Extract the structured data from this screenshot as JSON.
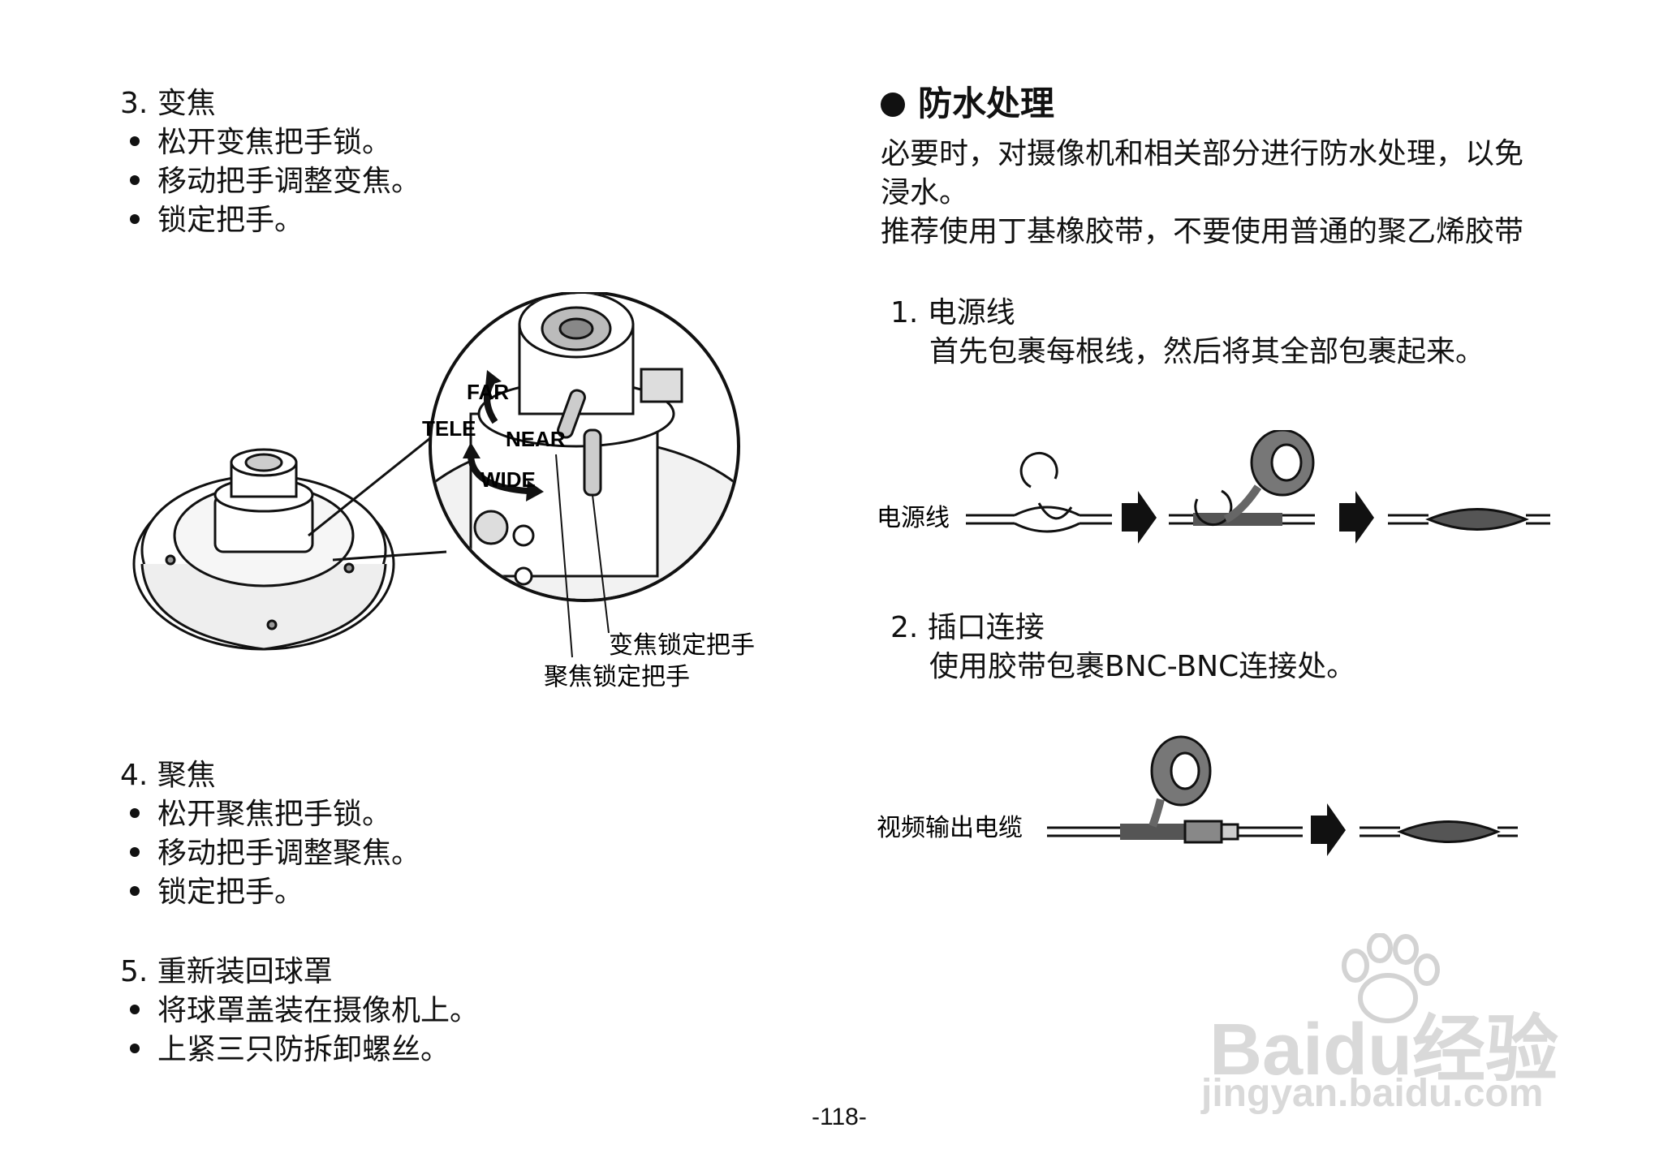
{
  "left": {
    "sec3": {
      "title": "3. 变焦",
      "bullets": [
        "松开变焦把手锁。",
        "移动把手调整变焦。",
        "锁定把手。"
      ]
    },
    "diagram": {
      "far": "FAR",
      "tele": "TELE",
      "near": "NEAR",
      "wide": "WIDE",
      "zoom_lock_label": "变焦锁定把手",
      "focus_lock_label": "聚焦锁定把手"
    },
    "sec4": {
      "title": "4. 聚焦",
      "bullets": [
        "松开聚焦把手锁。",
        "移动把手调整聚焦。",
        "锁定把手。"
      ]
    },
    "sec5": {
      "title": "5. 重新装回球罩",
      "bullets": [
        "将球罩盖装在摄像机上。",
        "上紧三只防拆卸螺丝。"
      ]
    }
  },
  "right": {
    "heading": "防水处理",
    "para_lines": [
      "必要时，对摄像机和相关部分进行防水处理，以免",
      "浸水。",
      "推荐使用丁基橡胶带，不要使用普通的聚乙烯胶带"
    ],
    "step1": {
      "title": "1. 电源线",
      "body": "首先包裹每根线，然后将其全部包裹起来。",
      "diagram_label": "电源线"
    },
    "step2": {
      "title": "2. 插口连接",
      "body": "使用胶带包裹BNC-BNC连接处。",
      "diagram_label": "视频输出电缆"
    }
  },
  "page_number": "-118-",
  "watermark": {
    "brand": "Baidu经验",
    "url": "jingyan.baidu.com"
  },
  "icons": [
    "bullet-dot-icon",
    "arrow-right-icon",
    "paw-icon",
    "tape-roll-icon"
  ]
}
